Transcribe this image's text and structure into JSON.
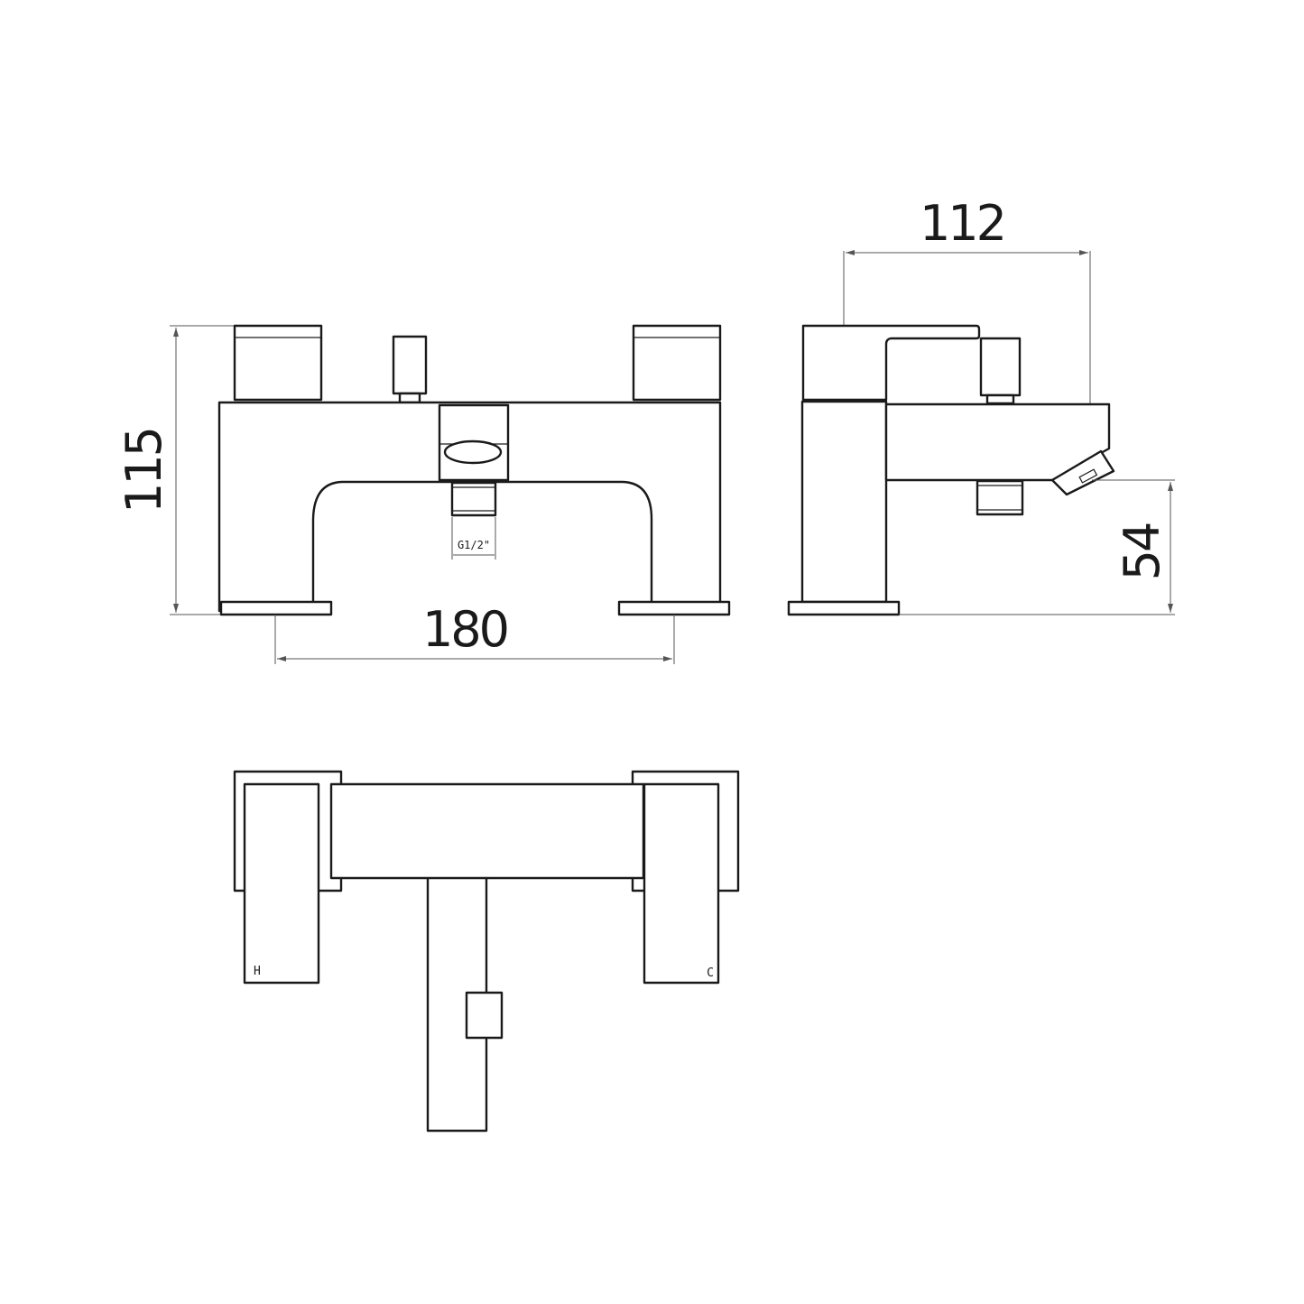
{
  "drawing": {
    "subject": "Bath shower mixer tap technical drawing",
    "units": "mm",
    "colors": {
      "line": "#1a1a1a",
      "dimension": "#555555",
      "background": "#ffffff"
    }
  },
  "front_view": {
    "dimensions": {
      "height": "115",
      "center_spacing": "180",
      "outlet_thread": "G1/2\""
    }
  },
  "side_view": {
    "dimensions": {
      "depth": "112",
      "spout_height": "54"
    }
  },
  "top_view": {
    "labels": {
      "hot": "H",
      "cold": "C"
    }
  }
}
